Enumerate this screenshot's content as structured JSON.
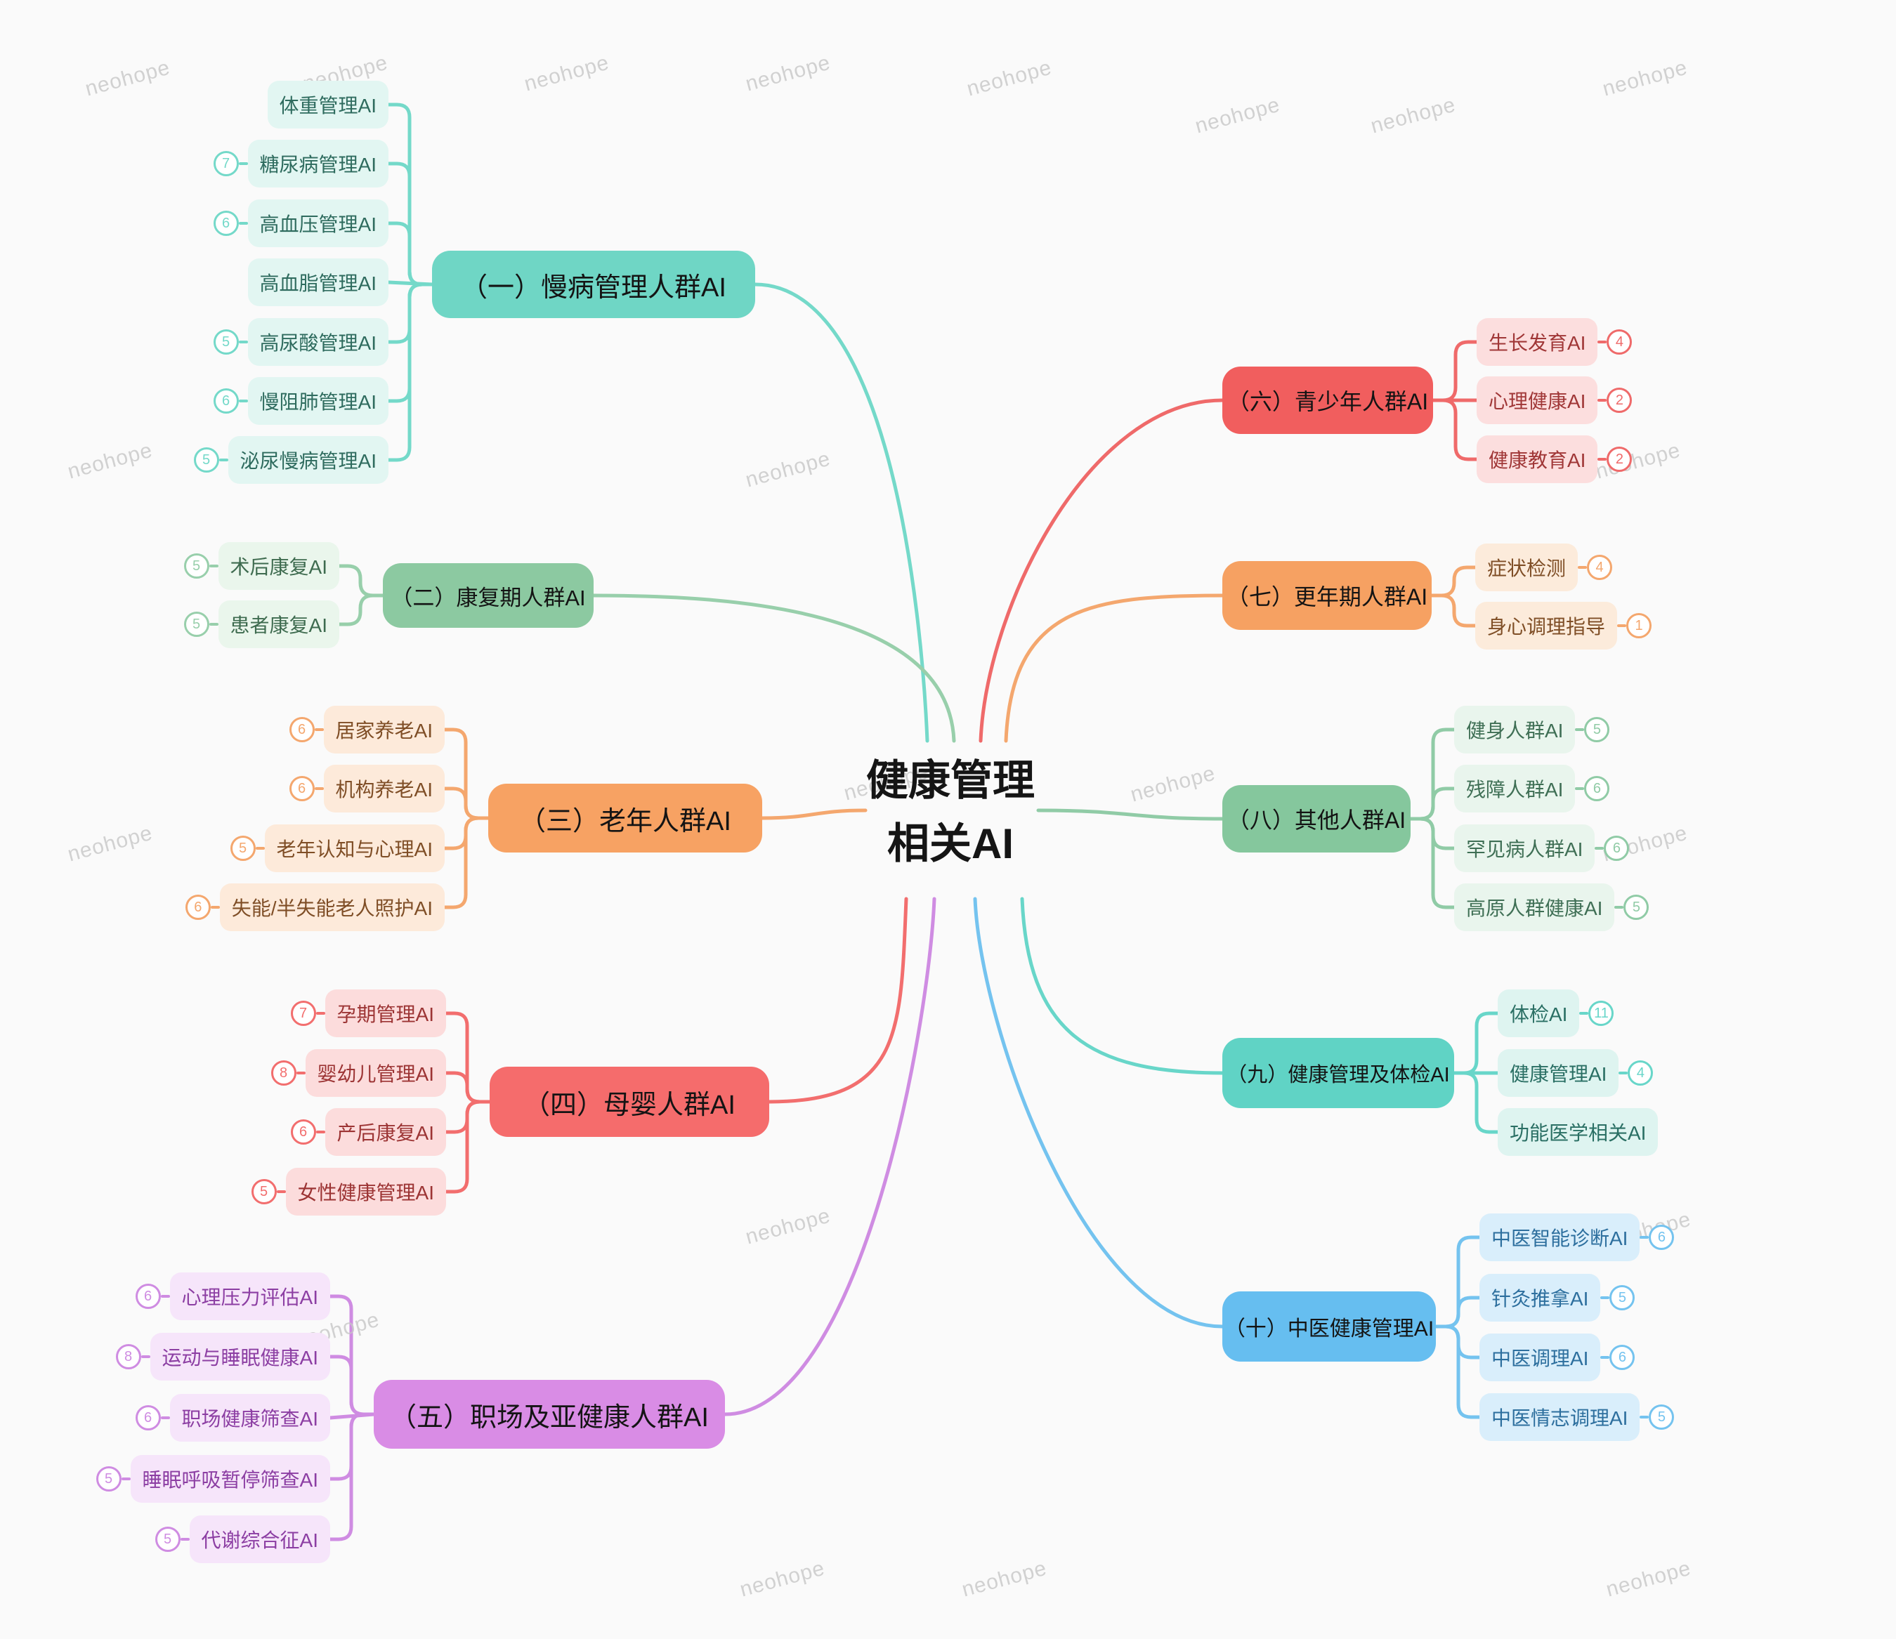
{
  "title": {
    "line1": "健康管理",
    "line2": "相关AI"
  },
  "watermark": "neohope",
  "branches": [
    {
      "label": "（一）慢病管理人群AI",
      "color": "#6fd6c5",
      "line_color": "#74d9c9",
      "child_bg": "#e2f6f2",
      "child_text": "#2e6b5e",
      "children": [
        {
          "label": "体重管理AI",
          "badge": null
        },
        {
          "label": "糖尿病管理AI",
          "badge": 7
        },
        {
          "label": "高血压管理AI",
          "badge": 6
        },
        {
          "label": "高血脂管理AI",
          "badge": null
        },
        {
          "label": "高尿酸管理AI",
          "badge": 5
        },
        {
          "label": "慢阻肺管理AI",
          "badge": 6
        },
        {
          "label": "泌尿慢病管理AI",
          "badge": 5
        }
      ]
    },
    {
      "label": "（二）康复期人群AI",
      "color": "#8cc9a1",
      "line_color": "#98cfab",
      "child_bg": "#eaf6ec",
      "child_text": "#3e6b4f",
      "children": [
        {
          "label": "术后康复AI",
          "badge": 5
        },
        {
          "label": "患者康复AI",
          "badge": 5
        }
      ]
    },
    {
      "label": "（三）老年人群AI",
      "color": "#f7a263",
      "line_color": "#f4a76e",
      "child_bg": "#fdeada",
      "child_text": "#7f4e26",
      "children": [
        {
          "label": "居家养老AI",
          "badge": 6
        },
        {
          "label": "机构养老AI",
          "badge": 6
        },
        {
          "label": "老年认知与心理AI",
          "badge": 5
        },
        {
          "label": "失能/半失能老人照护AI",
          "badge": 6
        }
      ]
    },
    {
      "label": "（四）母婴人群AI",
      "color": "#f56c6c",
      "line_color": "#f26e6e",
      "child_bg": "#fcdcdc",
      "child_text": "#9c3434",
      "children": [
        {
          "label": "孕期管理AI",
          "badge": 7
        },
        {
          "label": "婴幼儿管理AI",
          "badge": 8
        },
        {
          "label": "产后康复AI",
          "badge": 6
        },
        {
          "label": "女性健康管理AI",
          "badge": 5
        }
      ]
    },
    {
      "label": "（五）职场及亚健康人群AI",
      "color": "#d98ce5",
      "line_color": "#cf8ce2",
      "child_bg": "#f6e5fa",
      "child_text": "#8c3ea3",
      "children": [
        {
          "label": "心理压力评估AI",
          "badge": 6
        },
        {
          "label": "运动与睡眠健康AI",
          "badge": 8
        },
        {
          "label": "职场健康筛查AI",
          "badge": 6
        },
        {
          "label": "睡眠呼吸暂停筛查AI",
          "badge": 5
        },
        {
          "label": "代谢综合征AI",
          "badge": 5
        }
      ]
    },
    {
      "label": "（六）青少年人群AI",
      "color": "#f15e5e",
      "line_color": "#ef6a6a",
      "child_bg": "#fcdede",
      "child_text": "#a03737",
      "children": [
        {
          "label": "生长发育AI",
          "badge": 4
        },
        {
          "label": "心理健康AI",
          "badge": 2
        },
        {
          "label": "健康教育AI",
          "badge": 2
        }
      ]
    },
    {
      "label": "（七）更年期人群AI",
      "color": "#f6a162",
      "line_color": "#f4a76e",
      "child_bg": "#fcebdb",
      "child_text": "#7f4e26",
      "children": [
        {
          "label": "症状检测",
          "badge": 4
        },
        {
          "label": "身心调理指导",
          "badge": 1
        }
      ]
    },
    {
      "label": "（八）其他人群AI",
      "color": "#85c79d",
      "line_color": "#90cba6",
      "child_bg": "#e9f5ed",
      "child_text": "#3f6f55",
      "children": [
        {
          "label": "健身人群AI",
          "badge": 5
        },
        {
          "label": "残障人群AI",
          "badge": 6
        },
        {
          "label": "罕见病人群AI",
          "badge": 6
        },
        {
          "label": "高原人群健康AI",
          "badge": 5
        }
      ]
    },
    {
      "label": "（九）健康管理及体检AI",
      "color": "#60d3c5",
      "line_color": "#68d6c9",
      "child_bg": "#def4f0",
      "child_text": "#2a6f64",
      "children": [
        {
          "label": "体检AI",
          "badge": 11
        },
        {
          "label": "健康管理AI",
          "badge": 4
        },
        {
          "label": "功能医学相关AI",
          "badge": null
        }
      ]
    },
    {
      "label": "（十）中医健康管理AI",
      "color": "#66bef0",
      "line_color": "#74c3ef",
      "child_bg": "#d9eefb",
      "child_text": "#2d6f9e",
      "children": [
        {
          "label": "中医智能诊断AI",
          "badge": 6
        },
        {
          "label": "针灸推拿AI",
          "badge": 5
        },
        {
          "label": "中医调理AI",
          "badge": 6
        },
        {
          "label": "中医情志调理AI",
          "badge": 5
        }
      ]
    }
  ]
}
